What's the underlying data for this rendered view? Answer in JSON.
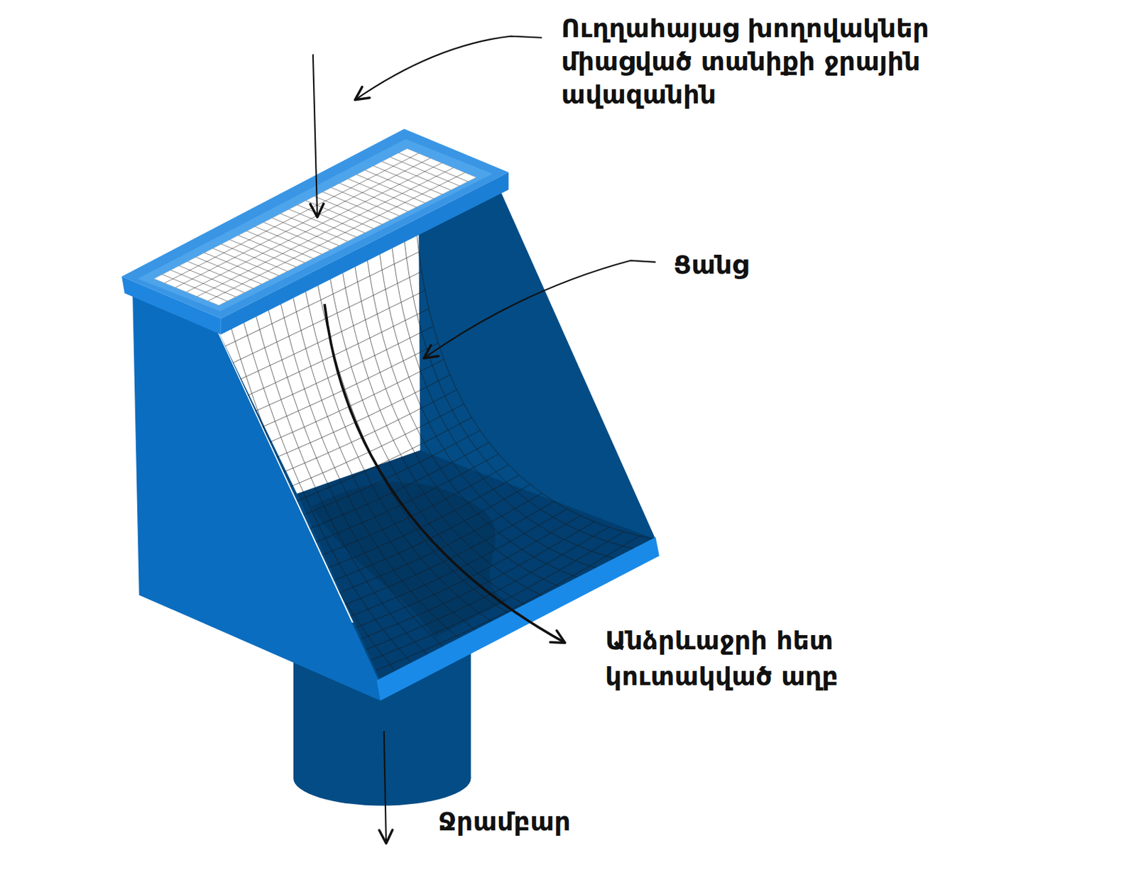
{
  "diagram": {
    "labels": [
      "Ուղղահայաց խողովակներ միացված տանիքի ջրային ավազանին",
      "Ցանց",
      "Անձրևաջրի հետ կուտակված աղբ",
      "Ջրամբար"
    ]
  }
}
